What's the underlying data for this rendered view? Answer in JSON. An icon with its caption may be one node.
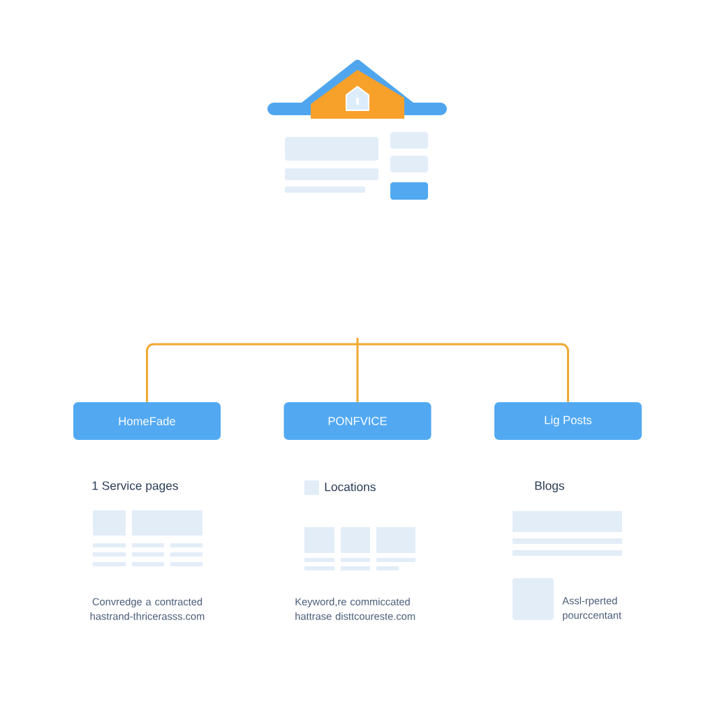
{
  "diagram": {
    "nodes": [
      {
        "text": [
          "HomeFade"
        ]
      },
      {
        "text": [
          "PONFVICE"
        ]
      },
      {
        "text": [
          "Lig Posts"
        ]
      }
    ],
    "edges": [
      {
        "from": null,
        "to": 0,
        "arrow": "none"
      },
      {
        "from": null,
        "to": 1,
        "arrow": "none"
      },
      {
        "from": null,
        "to": 2,
        "arrow": "none"
      }
    ],
    "labels": [
      "1 Service pages",
      "Locations",
      "Blogs",
      "Convredge a contracted hastrand-thricerasss.com",
      "Keyword,re commiccated hattrase disttcoureste.com",
      "Assl-rperted pourccentant"
    ]
  }
}
